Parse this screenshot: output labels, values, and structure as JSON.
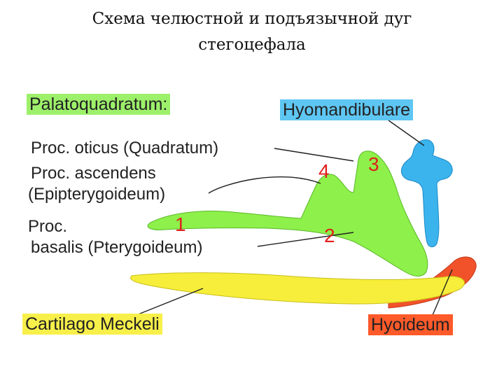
{
  "title": {
    "line1": "Схема челюстной и подъязычной дуг",
    "line2": "стегоцефала"
  },
  "labels": {
    "palatoquadratum": "Palatoquadratum:",
    "hyomandibulare": "Hyomandibulare",
    "proc_oticus": "Proc. oticus (Quadratum)",
    "proc_ascendens_1": "Proc. ascendens",
    "proc_ascendens_2": "(Epipterygoideum)",
    "proc_basalis_1": "Proc.",
    "proc_basalis_2": "basalis  (Pterygoideum)",
    "cartilago_meckeli": "Cartilago Meckeli",
    "hyoideum": "Hyoideum"
  },
  "numbers": [
    "1",
    "2",
    "3",
    "4"
  ],
  "colors": {
    "palatoquadratum": "#8ef04a",
    "hyomandibulare": "#3bb4ee",
    "cartilago_meckeli": "#f6ee3a",
    "hyoideum": "#f2522a",
    "number_marker": "#e0201b",
    "leader_line": "#222222"
  }
}
